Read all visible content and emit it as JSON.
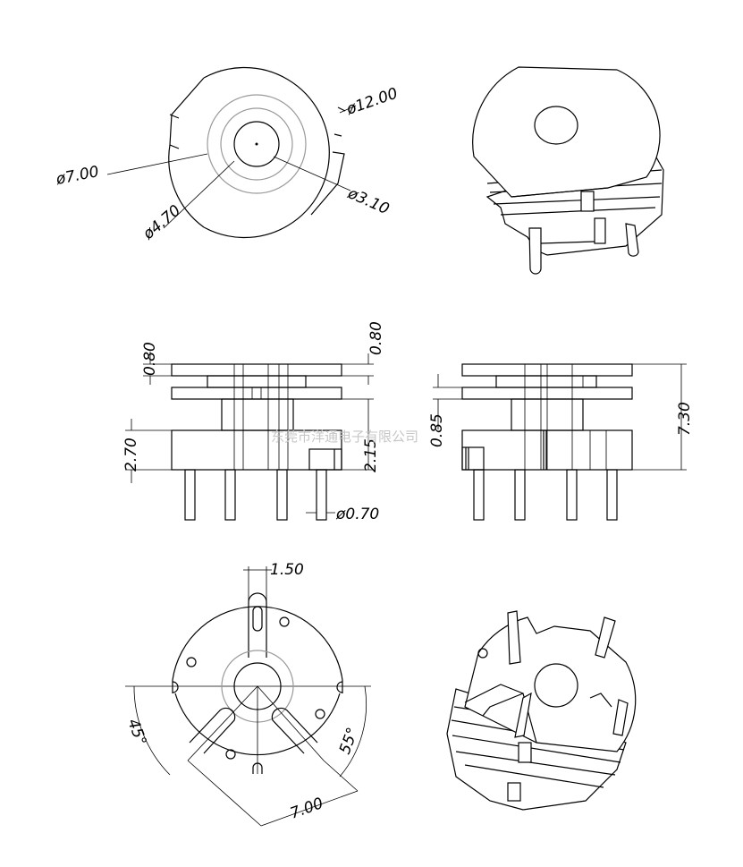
{
  "drawing": {
    "top_view": {
      "dim_outer": "ø12.00",
      "dim_ring": "ø7.00",
      "dim_inner_ring": "ø4.70",
      "dim_hole": "ø3.10"
    },
    "front_view": {
      "dim_flange_left": "0.80",
      "dim_flange_right": "0.80",
      "dim_base_height": "2.70",
      "dim_body_height": "2.15",
      "dim_pin_dia": "ø0.70"
    },
    "side_view": {
      "dim_gap": "0.85",
      "dim_total_height": "7.30"
    },
    "bottom_view": {
      "dim_slot_width": "1.50",
      "dim_angle_left": "45°",
      "dim_angle_right": "55°",
      "dim_pin_span": "7.00"
    },
    "watermark": "东莞市洋通电子有限公司"
  }
}
